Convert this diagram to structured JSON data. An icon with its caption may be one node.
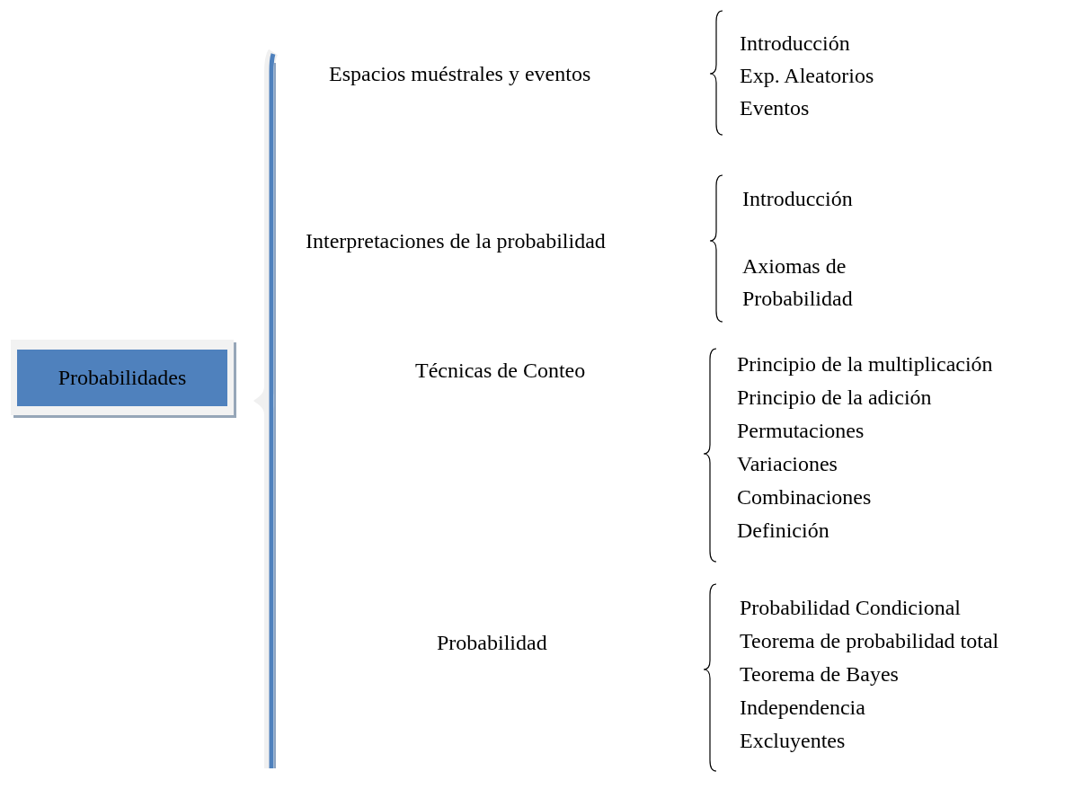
{
  "diagram": {
    "nodes": [
      {
        "text": [
          "Probabilidades"
        ]
      }
    ],
    "labels": [
      "Espacios muéstrales y eventos",
      "Introducción",
      "Exp. Aleatorios",
      "Eventos",
      "Interpretaciones de la probabilidad",
      "Introducción",
      "Axiomas de Probabilidad",
      "Técnicas de Conteo",
      "Principio de la multiplicación",
      "Principio de la adición",
      "Permutaciones",
      "Variaciones",
      "Combinaciones",
      "Definición",
      "Probabilidad",
      "Probabilidad Condicional",
      "Teorema de probabilidad total",
      "Teorema de Bayes",
      "Independencia",
      "Excluyentes"
    ]
  }
}
